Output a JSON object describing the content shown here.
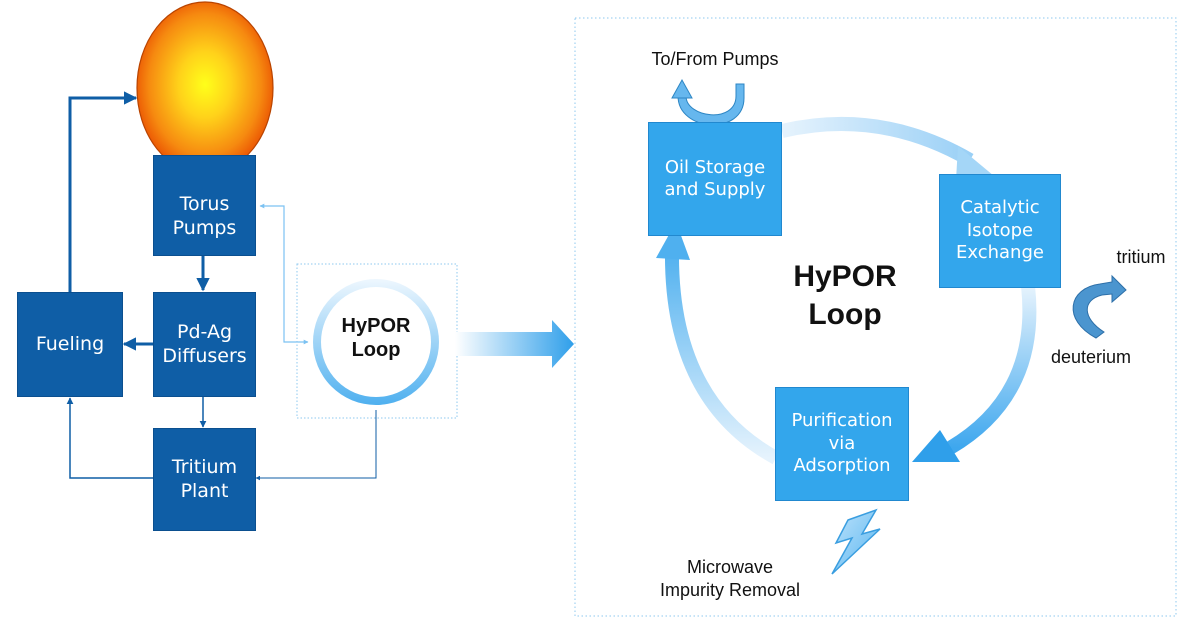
{
  "left": {
    "torus_pumps": "Torus\nPumps",
    "pd_ag_diffusers": "Pd-Ag\nDiffusers",
    "fueling": "Fueling",
    "tritium_plant": "Tritium\nPlant",
    "hypor_loop_small": "HyPOR\nLoop"
  },
  "right": {
    "title": "HyPOR\nLoop",
    "oil_storage": "Oil Storage\nand Supply",
    "catalytic_exchange": "Catalytic\nIsotope\nExchange",
    "purification": "Purification\nvia\nAdsorption",
    "to_from_pumps": "To/From Pumps",
    "tritium": "tritium",
    "deuterium": "deuterium",
    "microwave": "Microwave\nImpurity Removal"
  },
  "colors": {
    "dark_box": "#0f5ea6",
    "light_box": "#33a6ec",
    "plasma_core": "#ffff1a",
    "plasma_edge": "#f04a00"
  }
}
